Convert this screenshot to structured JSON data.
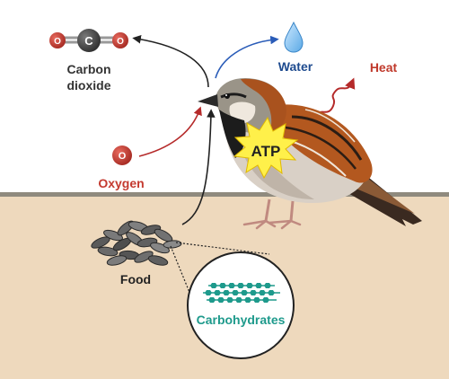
{
  "labels": {
    "carbon_dioxide_line1": "Carbon",
    "carbon_dioxide_line2": "dioxide",
    "water": "Water",
    "heat": "Heat",
    "oxygen": "Oxygen",
    "atp": "ATP",
    "food": "Food",
    "carbohydrates": "Carbohydrates"
  },
  "molecules": {
    "co2_atoms": [
      "O",
      "C",
      "O"
    ],
    "oxygen_atom": "O"
  },
  "colors": {
    "soil": "#eed9bd",
    "ground_line": "#8f8a7e",
    "oxygen_red": "#c43a30",
    "carbon_gray": "#4a4a4a",
    "water_blue": "#1e4b8f",
    "heat_red": "#c0392b",
    "atp_yellow": "#fff04a",
    "carb_teal": "#1e9a8c",
    "seed_gray": "#6c6c6c"
  },
  "icons": [
    "carbon-dioxide-molecule-icon",
    "water-drop-icon",
    "heat-wave-icon",
    "oxygen-atom-icon",
    "sparrow-icon",
    "sunflower-seeds-icon",
    "carbohydrate-chain-icon"
  ]
}
